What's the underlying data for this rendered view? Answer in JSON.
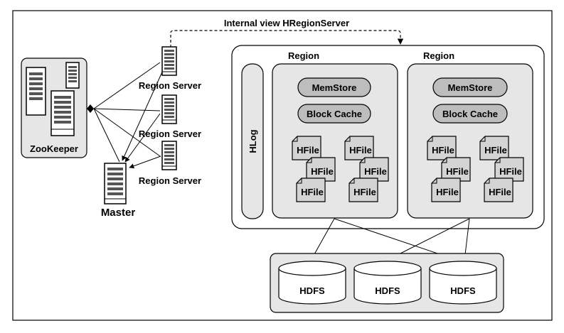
{
  "header": {
    "title": "Internal view HRegionServer"
  },
  "zookeeper": {
    "label": "ZooKeeper",
    "icon": "server-tower-icon"
  },
  "master": {
    "label": "Master",
    "icon": "server-tower-icon"
  },
  "region_servers": [
    {
      "label": "Region Server",
      "icon": "server-tower-icon"
    },
    {
      "label": "Region Server",
      "icon": "server-tower-icon"
    },
    {
      "label": "Region Server",
      "icon": "server-tower-icon"
    }
  ],
  "hlog": {
    "label": "HLog"
  },
  "regions": [
    {
      "title": "Region",
      "memstore": "MemStore",
      "block_cache": "Block Cache",
      "hfiles": [
        "HFile",
        "HFile",
        "HFile",
        "HFile",
        "HFile",
        "HFile"
      ]
    },
    {
      "title": "Region",
      "memstore": "MemStore",
      "block_cache": "Block Cache",
      "hfiles": [
        "HFile",
        "HFile",
        "HFile",
        "HFile",
        "HFile",
        "HFile"
      ]
    }
  ],
  "hdfs": [
    {
      "label": "HDFS"
    },
    {
      "label": "HDFS"
    },
    {
      "label": "HDFS"
    }
  ],
  "colors": {
    "panel_fill": "#e6e6e6",
    "pill_fill": "#bdbdbd",
    "file_fill": "#d4d4d4",
    "stroke": "#000000"
  }
}
